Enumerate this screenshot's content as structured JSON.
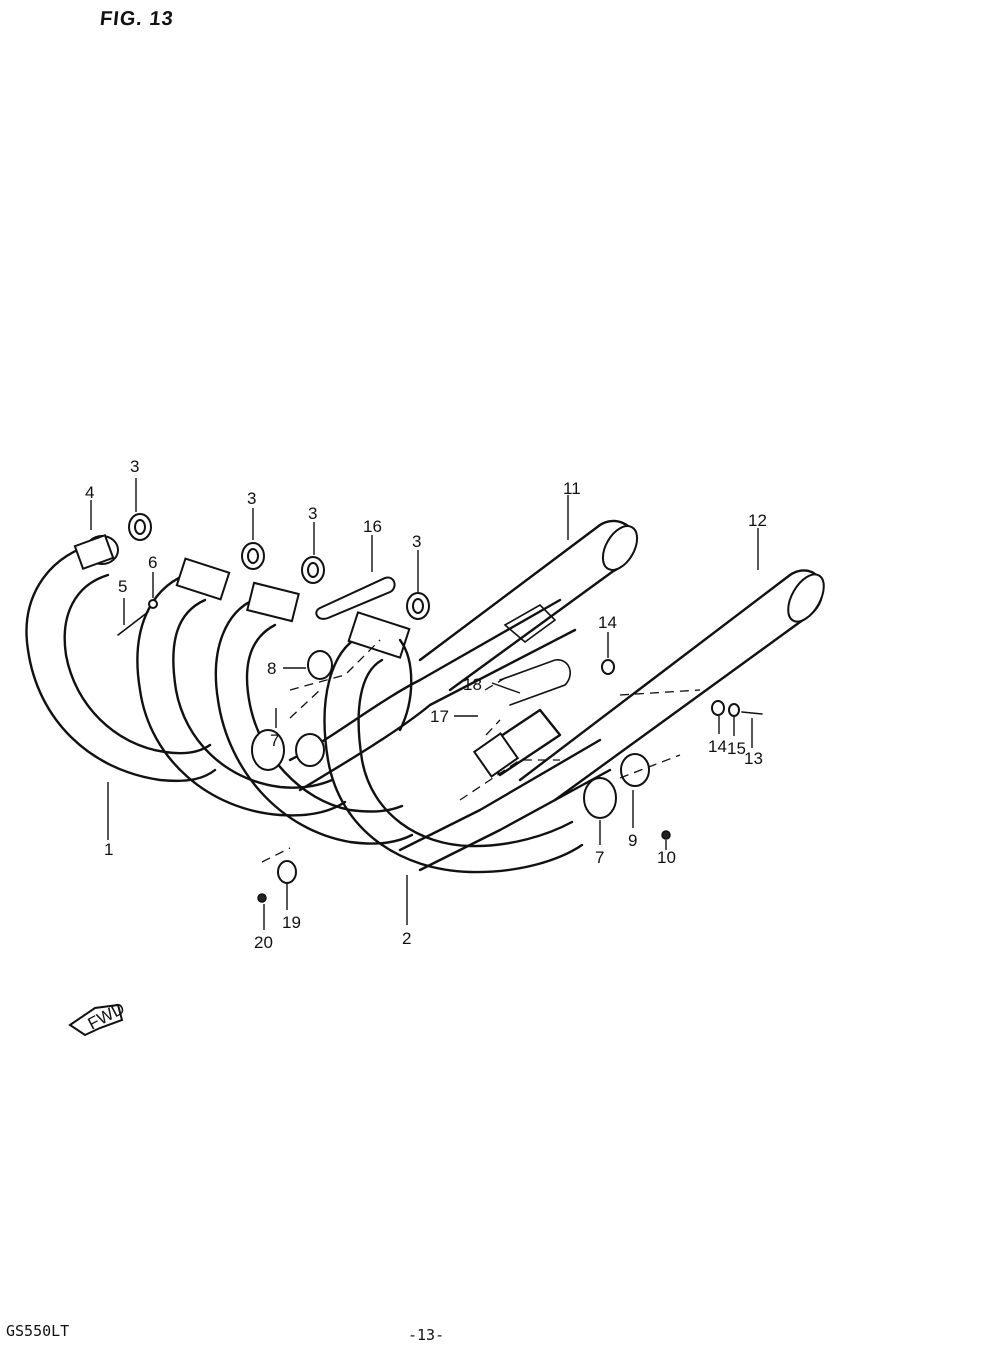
{
  "figure": {
    "title": "FIG. 13",
    "model_code": "GS550LT",
    "page_number": "-13-",
    "fwd_label": "FWD"
  },
  "callouts": {
    "c1": "1",
    "c2": "2",
    "c3a": "3",
    "c3b": "3",
    "c3c": "3",
    "c3d": "3",
    "c4": "4",
    "c5": "5",
    "c6": "6",
    "c7a": "7",
    "c7b": "7",
    "c8": "8",
    "c9": "9",
    "c10": "10",
    "c11": "11",
    "c12": "12",
    "c13": "13",
    "c14a": "14",
    "c14b": "14",
    "c15": "15",
    "c16": "16",
    "c17": "17",
    "c18": "18",
    "c19": "19",
    "c20": "20"
  }
}
